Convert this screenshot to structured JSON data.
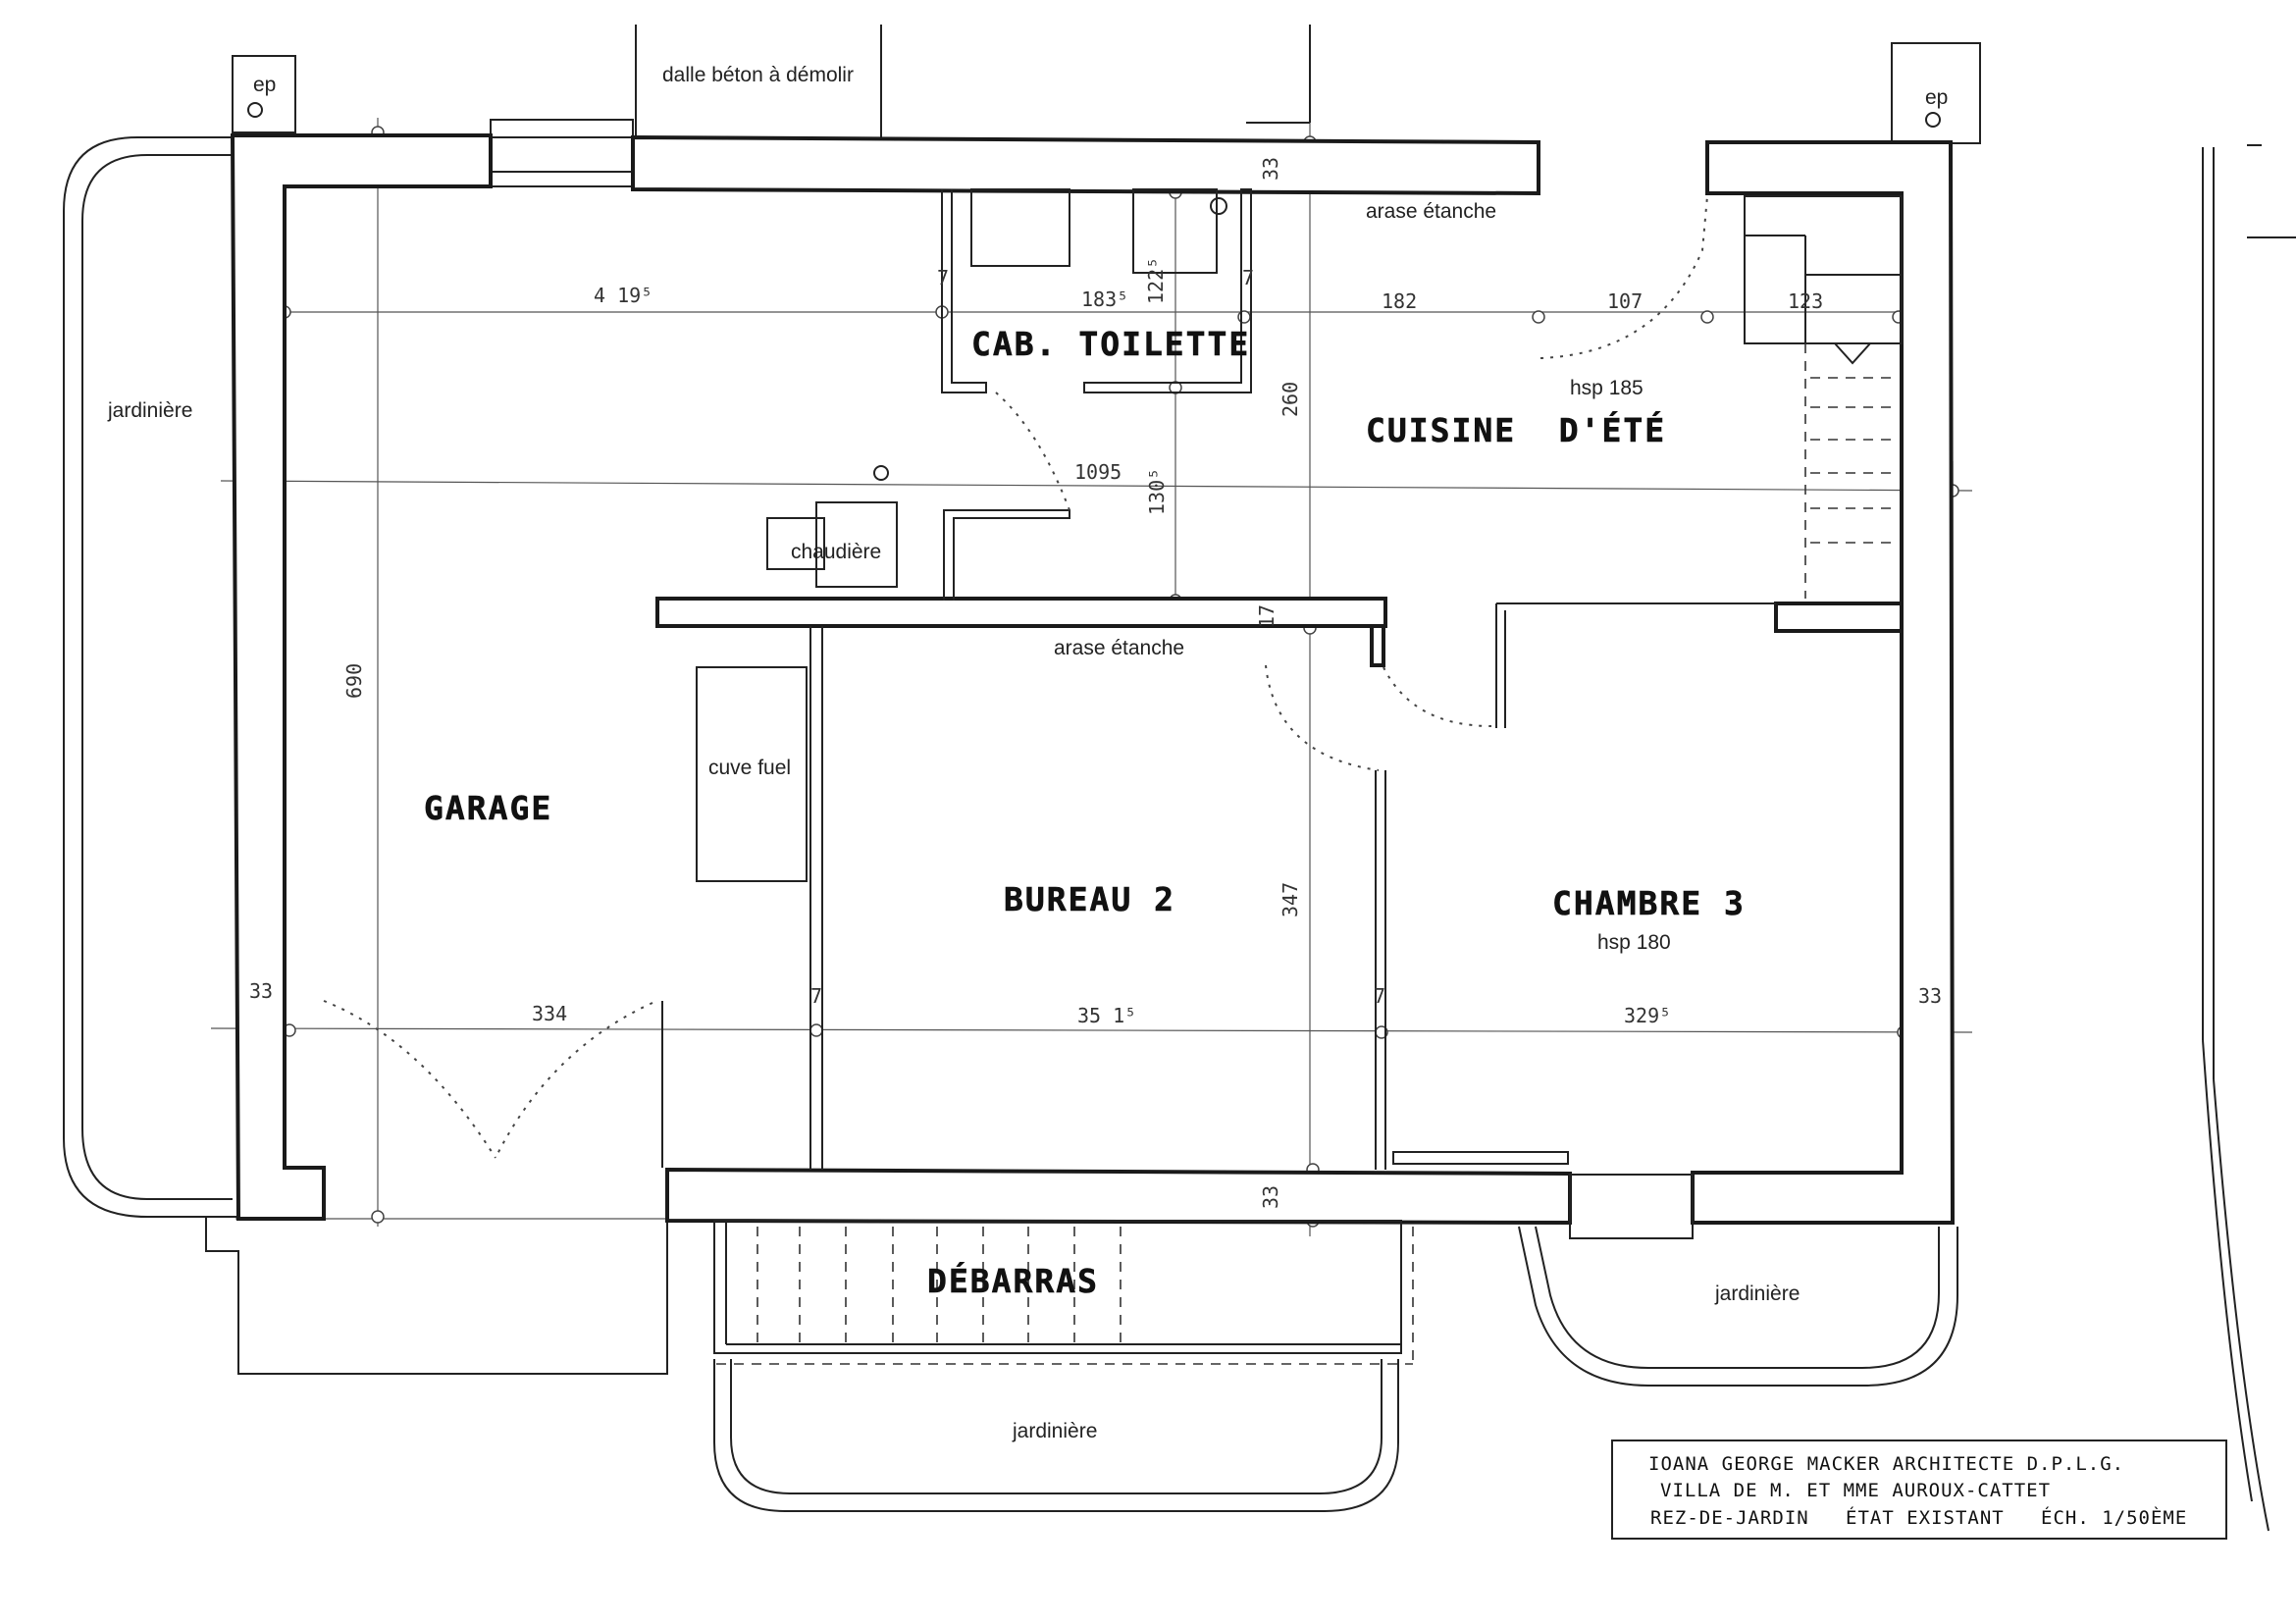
{
  "rooms": {
    "cab_toilette": "CAB. TOILETTE",
    "cuisine": "CUISINE  D'ÉTÉ",
    "garage": "GARAGE",
    "bureau": "BUREAU 2",
    "chambre": "CHAMBRE 3",
    "debarras": "DÉBARRAS"
  },
  "labels": {
    "ep_left": "ep",
    "ep_right": "ep",
    "dalle": "dalle béton à démolir",
    "arase_top": "arase étanche",
    "arase_mid": "arase étanche",
    "hsp_185": "hsp 185",
    "hsp_180": "hsp 180",
    "chaudiere": "chaudière",
    "cuve_fuel": "cuve fuel",
    "jardiniere_left": "jardinière",
    "jardiniere_right": "jardinière",
    "jardiniere_bottom": "jardinière"
  },
  "dimensions": {
    "d419": "4 19⁵",
    "d183": "183⁵",
    "d122": "122⁵",
    "d182": "182",
    "d107": "107",
    "d123": "123",
    "d33_top": "33",
    "d260": "260",
    "d1095": "1095",
    "d130": "130⁵",
    "d17": "17",
    "d690": "690",
    "d347": "347",
    "d33_left": "33",
    "d334": "334",
    "d351": "35 1⁵",
    "d329": "329⁵",
    "d33_right": "33",
    "d33_bottom": "33",
    "d7a": "7",
    "d7b": "7",
    "d7c": "7",
    "d7d": "7"
  },
  "title_block": {
    "line1": "IOANA GEORGE MACKER ARCHITECTE D.P.L.G.",
    "line2": "VILLA DE M. ET MME AUROUX-CATTET",
    "line3": "REZ-DE-JARDIN   ÉTAT EXISTANT   ÉCH. 1/50ÈME"
  }
}
